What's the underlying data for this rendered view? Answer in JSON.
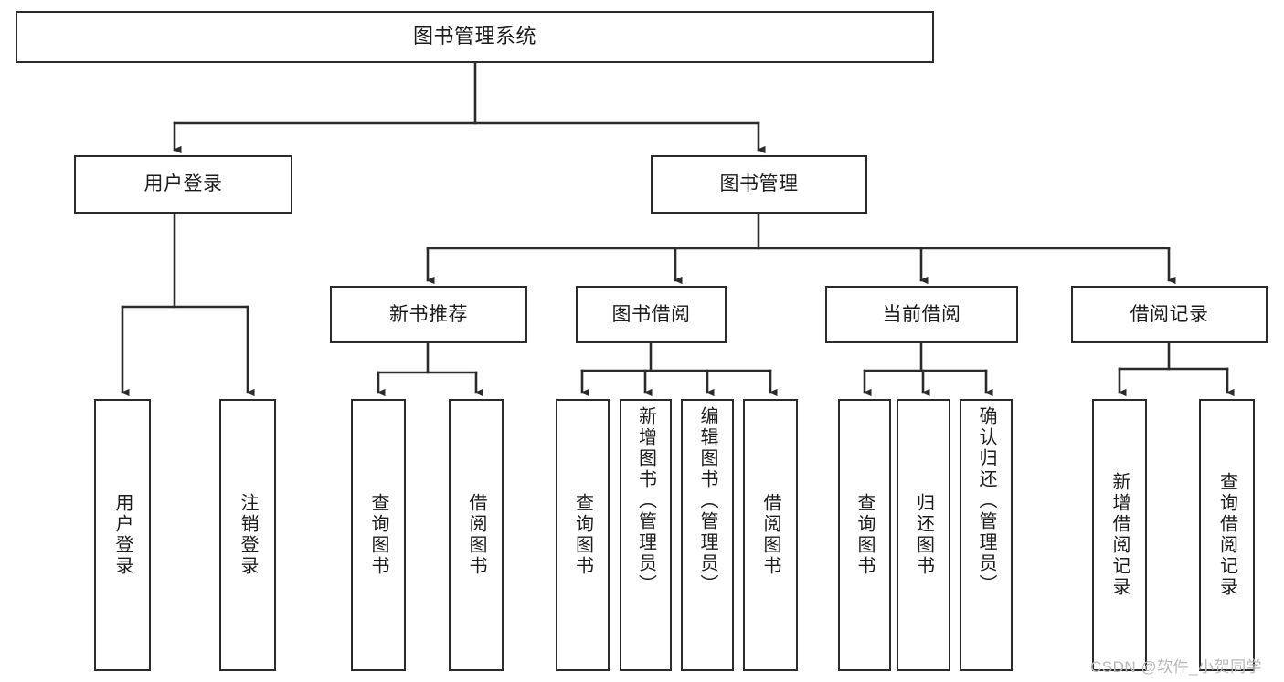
{
  "diagram": {
    "title": "图书管理系统",
    "type": "tree-hierarchy-chart",
    "theme": {
      "box_border": "#2b2b2b",
      "box_fill": "#ffffff",
      "edge_color": "#2b2b2b",
      "text_color": "#1c1c1c",
      "background": "#ffffff",
      "watermark_color": "#b9b9b9"
    },
    "watermark": "CSDN @软件_小贺同学"
  },
  "nodes": {
    "root": {
      "label": "图书管理系统"
    },
    "level2": [
      {
        "id": "user-login",
        "label": "用户登录"
      },
      {
        "id": "book-manage",
        "label": "图书管理"
      }
    ],
    "level3": [
      {
        "id": "new-book-recommend",
        "label": "新书推荐"
      },
      {
        "id": "book-borrow",
        "label": "图书借阅"
      },
      {
        "id": "current-borrow",
        "label": "当前借阅"
      },
      {
        "id": "borrow-record",
        "label": "借阅记录"
      }
    ],
    "leaves": {
      "user_login": [
        {
          "id": "leaf-user-login",
          "label": "用户登录"
        },
        {
          "id": "leaf-logout-login",
          "label": "注销登录"
        }
      ],
      "new_book_recommend": [
        {
          "id": "leaf-query-book-1",
          "label": "查询图书"
        },
        {
          "id": "leaf-borrow-book-1",
          "label": "借阅图书"
        }
      ],
      "book_borrow": [
        {
          "id": "leaf-query-book-2",
          "label": "查询图书"
        },
        {
          "id": "leaf-add-book",
          "label": "新增图书（管理员）"
        },
        {
          "id": "leaf-edit-book",
          "label": "编辑图书（管理员）"
        },
        {
          "id": "leaf-borrow-book-2",
          "label": "借阅图书"
        }
      ],
      "current_borrow": [
        {
          "id": "leaf-query-book-3",
          "label": "查询图书"
        },
        {
          "id": "leaf-return-book",
          "label": "归还图书"
        },
        {
          "id": "leaf-confirm-return",
          "label": "确认归还（管理员）"
        }
      ],
      "borrow_record": [
        {
          "id": "leaf-add-record",
          "label": "新增借阅记录"
        },
        {
          "id": "leaf-query-record",
          "label": "查询借阅记录"
        }
      ]
    }
  }
}
